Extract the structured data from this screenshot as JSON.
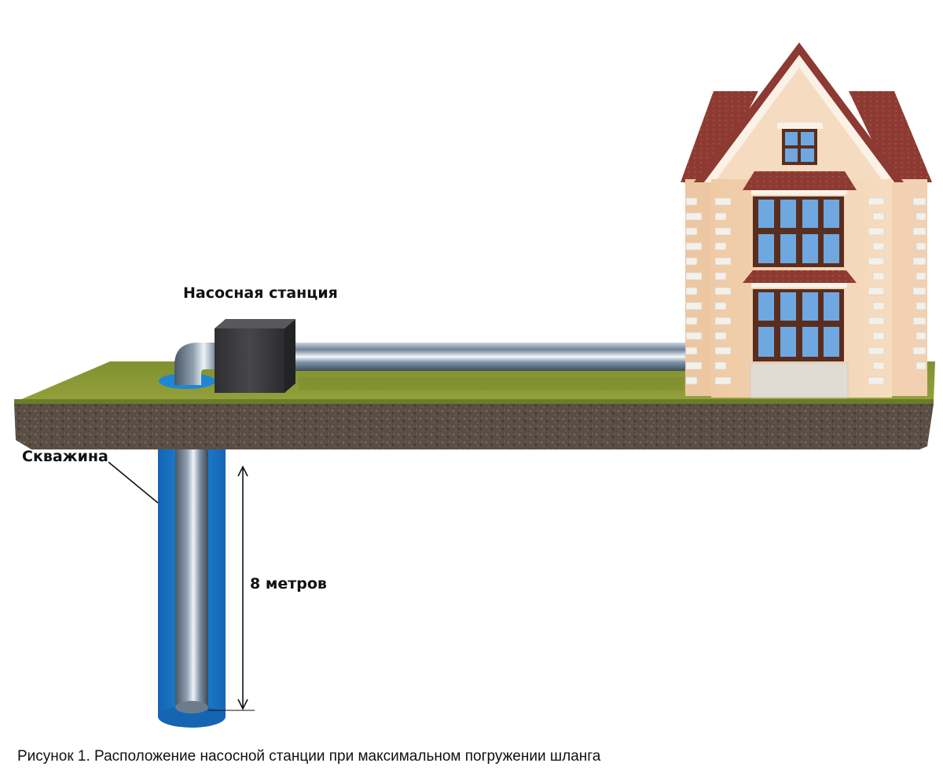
{
  "labels": {
    "pump_station": "Насосная станция",
    "well": "Скважина",
    "depth": "8 метров"
  },
  "caption": "Рисунок 1. Расположение насосной станции при максимальном погружении шланга",
  "dimension": {
    "value": 8,
    "unit": "метров"
  },
  "colors": {
    "grass": "#8a9a36",
    "soil": "#5d4f44",
    "water": "#1a7fd0",
    "pipe": "#8fa3b8",
    "pump": "#3a3a3c",
    "wall": "#f3d3b0",
    "roof": "#8c3a32",
    "window_frame": "#5a2e1e",
    "glass": "#6fa8e0"
  },
  "components": [
    "house",
    "pump-station",
    "well",
    "pipe",
    "ground"
  ]
}
